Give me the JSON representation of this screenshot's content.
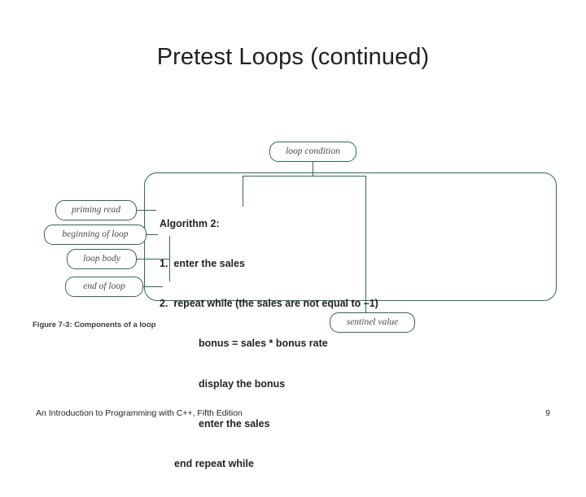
{
  "slide": {
    "title": "Pretest Loops (continued)",
    "footer_text": "An Introduction to Programming with C++, Fifth Edition",
    "page_number": "9"
  },
  "figure": {
    "caption": "Figure 7-3: Components of a loop",
    "callouts": {
      "loop_condition": "loop condition",
      "priming_read": "priming read",
      "beginning_of_loop": "beginning of loop",
      "loop_body": "loop body",
      "end_of_loop": "end of loop",
      "sentinel_value": "sentinel value"
    },
    "algorithm": {
      "heading": "Algorithm 2:",
      "line1": "1.  enter the sales",
      "line2": "2.  repeat while (the sales are not equal to –1)",
      "line3": "bonus = sales * bonus rate",
      "line4": "display the bonus",
      "line5": "enter the sales",
      "line6": "end repeat while"
    }
  },
  "colors": {
    "outline_green": "#2f6b48",
    "text_dark": "#231f20",
    "callout_text": "#4b4b4b"
  }
}
